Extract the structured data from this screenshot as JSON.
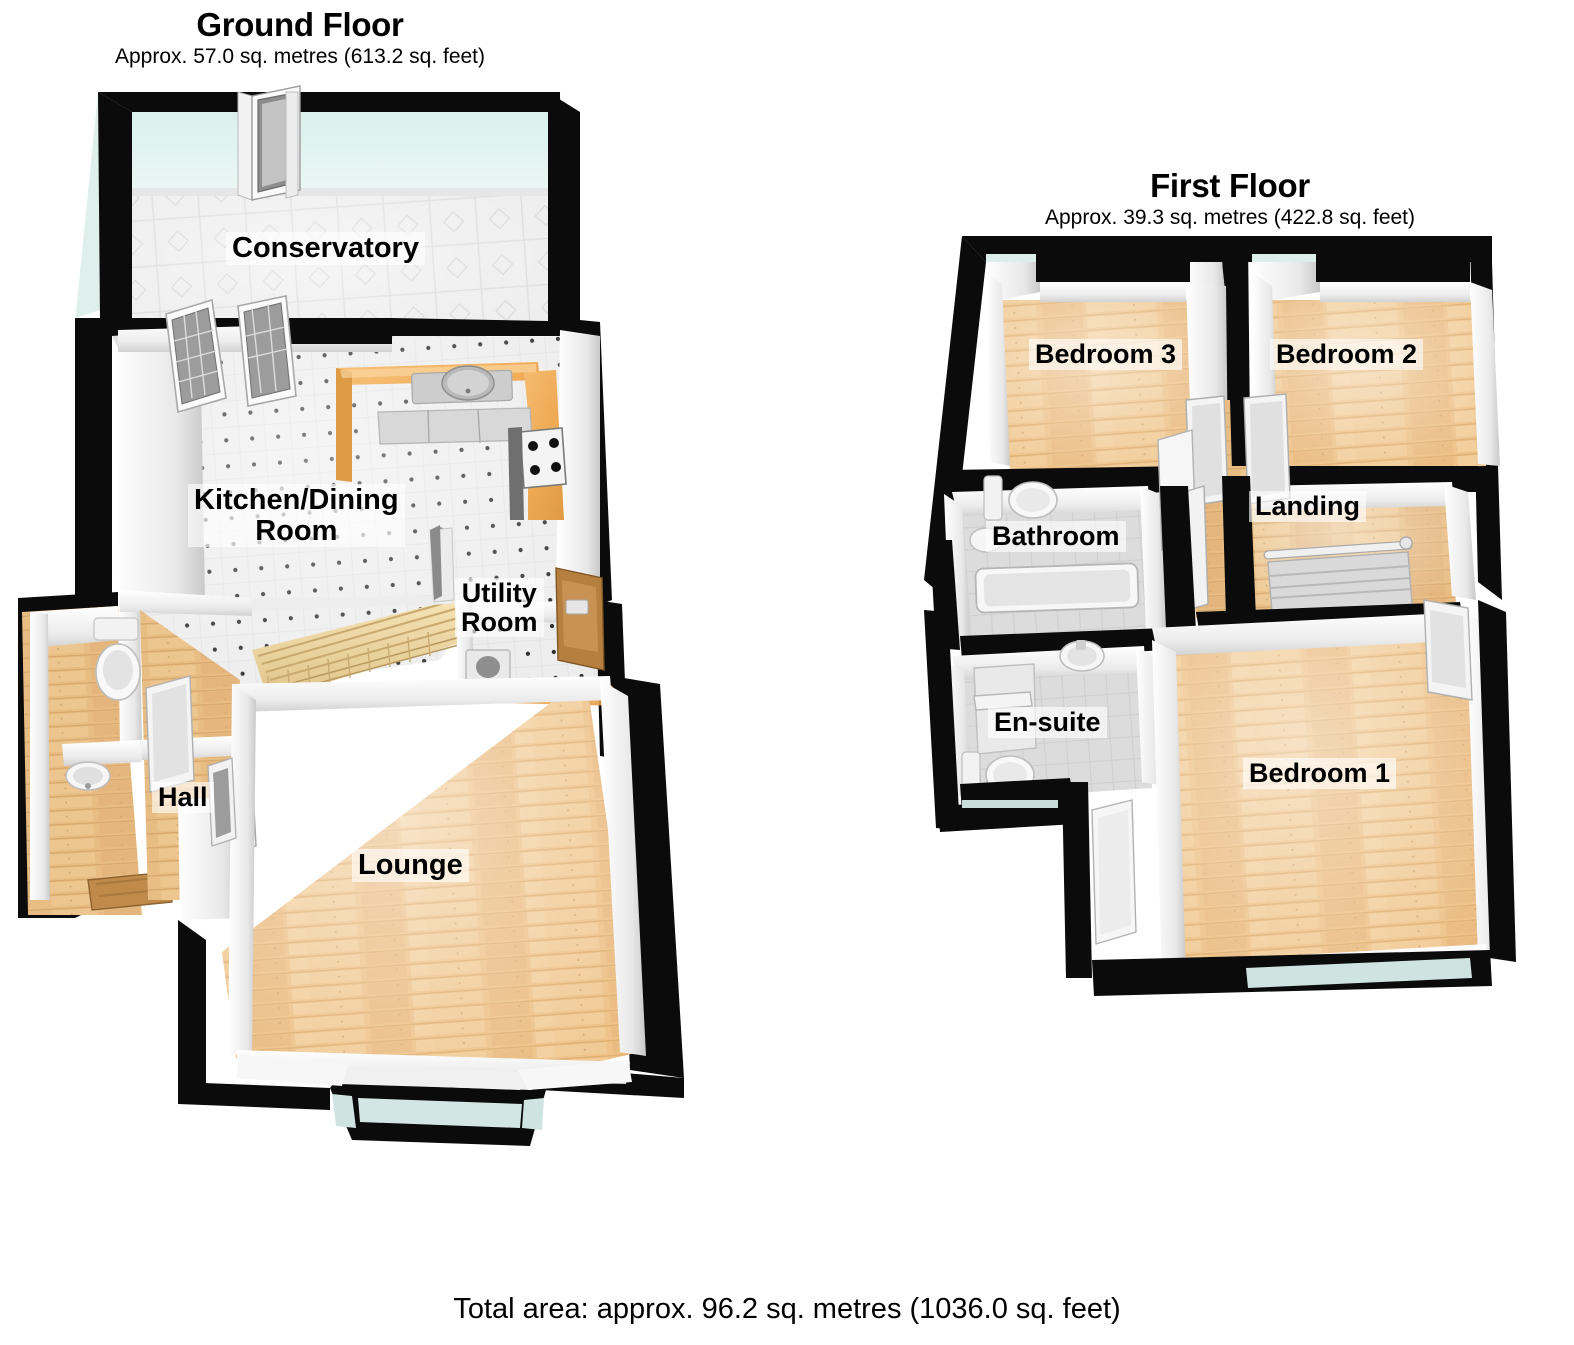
{
  "document": {
    "type": "3d-floor-plan",
    "total_area_text": "Total area: approx. 96.2 sq. metres (1036.0 sq. feet)"
  },
  "floors": [
    {
      "id": "ground-floor",
      "title": "Ground Floor",
      "subtitle": "Approx. 57.0 sq. metres (613.2 sq. feet)",
      "area_sq_m": 57.0,
      "area_sq_ft": 613.2,
      "rooms": [
        {
          "id": "conservatory",
          "label": "Conservatory",
          "floor_finish": "tile-diamond"
        },
        {
          "id": "kitchen-dining",
          "label": "Kitchen/Dining\nRoom",
          "floor_finish": "tile-dot"
        },
        {
          "id": "utility-room",
          "label": "Utility\nRoom",
          "floor_finish": "tile-dot"
        },
        {
          "id": "hall",
          "label": "Hall",
          "floor_finish": "wood"
        },
        {
          "id": "lounge",
          "label": "Lounge",
          "floor_finish": "wood"
        }
      ]
    },
    {
      "id": "first-floor",
      "title": "First Floor",
      "subtitle": "Approx. 39.3 sq. metres (422.8 sq. feet)",
      "area_sq_m": 39.3,
      "area_sq_ft": 422.8,
      "rooms": [
        {
          "id": "bedroom-3",
          "label": "Bedroom 3",
          "floor_finish": "wood"
        },
        {
          "id": "bedroom-2",
          "label": "Bedroom 2",
          "floor_finish": "wood"
        },
        {
          "id": "bathroom",
          "label": "Bathroom",
          "floor_finish": "tile-grey"
        },
        {
          "id": "landing",
          "label": "Landing",
          "floor_finish": "wood"
        },
        {
          "id": "en-suite",
          "label": "En-suite",
          "floor_finish": "tile-grey"
        },
        {
          "id": "bedroom-1",
          "label": "Bedroom 1",
          "floor_finish": "wood"
        }
      ]
    }
  ],
  "colors": {
    "wall_outline": "#000000",
    "wall_face": "#f4f4f4",
    "wall_side": "#cfcfcf",
    "glass_tint": "#d8eeea",
    "wood_floor": "#e8bf7f",
    "wood_floor_light": "#f2d7a6",
    "tile_floor": "#ececec",
    "tile_grey": "#dedede",
    "counter_wood": "#f0ad5e",
    "background": "#ffffff",
    "text": "#000000"
  },
  "fixtures": {
    "ground": [
      "conservatory-door",
      "conservatory-window-left",
      "conservatory-window-right",
      "kitchen-sink",
      "kitchen-hob",
      "kitchen-counter",
      "kitchen-cabinets",
      "staircase",
      "wc-toilet",
      "wc-basin",
      "front-door",
      "hall-window",
      "utility-door",
      "lounge-bay-window"
    ],
    "first": [
      "bathroom-bath",
      "bathroom-toilet",
      "bathroom-basin",
      "ensuite-shower",
      "ensuite-toilet",
      "ensuite-basin",
      "landing-stairwell",
      "bedroom-doors"
    ]
  }
}
